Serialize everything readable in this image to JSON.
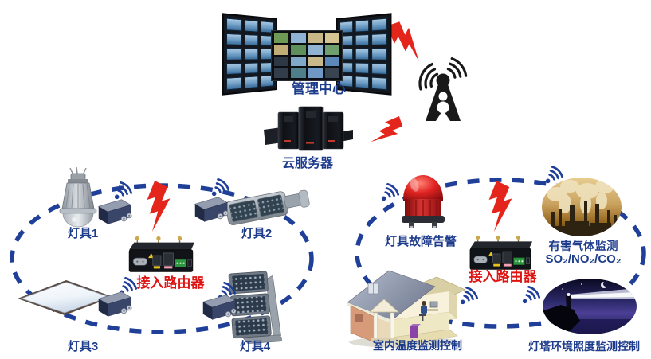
{
  "colors": {
    "label_blue": "#1e3c8c",
    "label_red": "#dd1412",
    "wireless_blue": "#1f3f99",
    "lightning_red": "#e3251b"
  },
  "top_section": {
    "management_center_label": "管理中心",
    "cloud_server_label": "云服务器"
  },
  "left_cluster": {
    "router_label": "接入路由器",
    "lamp1_label": "灯具1",
    "lamp2_label": "灯具2",
    "lamp3_label": "灯具3",
    "lamp4_label": "灯具4"
  },
  "right_cluster": {
    "router_label": "接入路由器",
    "alarm_label": "灯具故障告警",
    "gas_monitor_label": "有害气体监测",
    "gas_monitor_formula": "SO₂/NO₂/CO₂",
    "indoor_temp_label": "室内温度监测控制",
    "lighthouse_label": "灯塔环境照度监测控制"
  },
  "video_wall": {
    "center_tiles": [
      "#6f9a55",
      "#8fb3d4",
      "#c8b888",
      "#d5c592",
      "#c2ad76",
      "#5f8f5a",
      "#8fb3d1",
      "#6f9f6f",
      "#2e3744",
      "#7fa8c9",
      "#c9b98a",
      "#5b88b8",
      "#333c4a",
      "#4f7f8a",
      "#6f98c7",
      "#3a4350"
    ],
    "side_thumb_color": "#86aed3",
    "side_rows": 5,
    "side_cols": 3
  }
}
